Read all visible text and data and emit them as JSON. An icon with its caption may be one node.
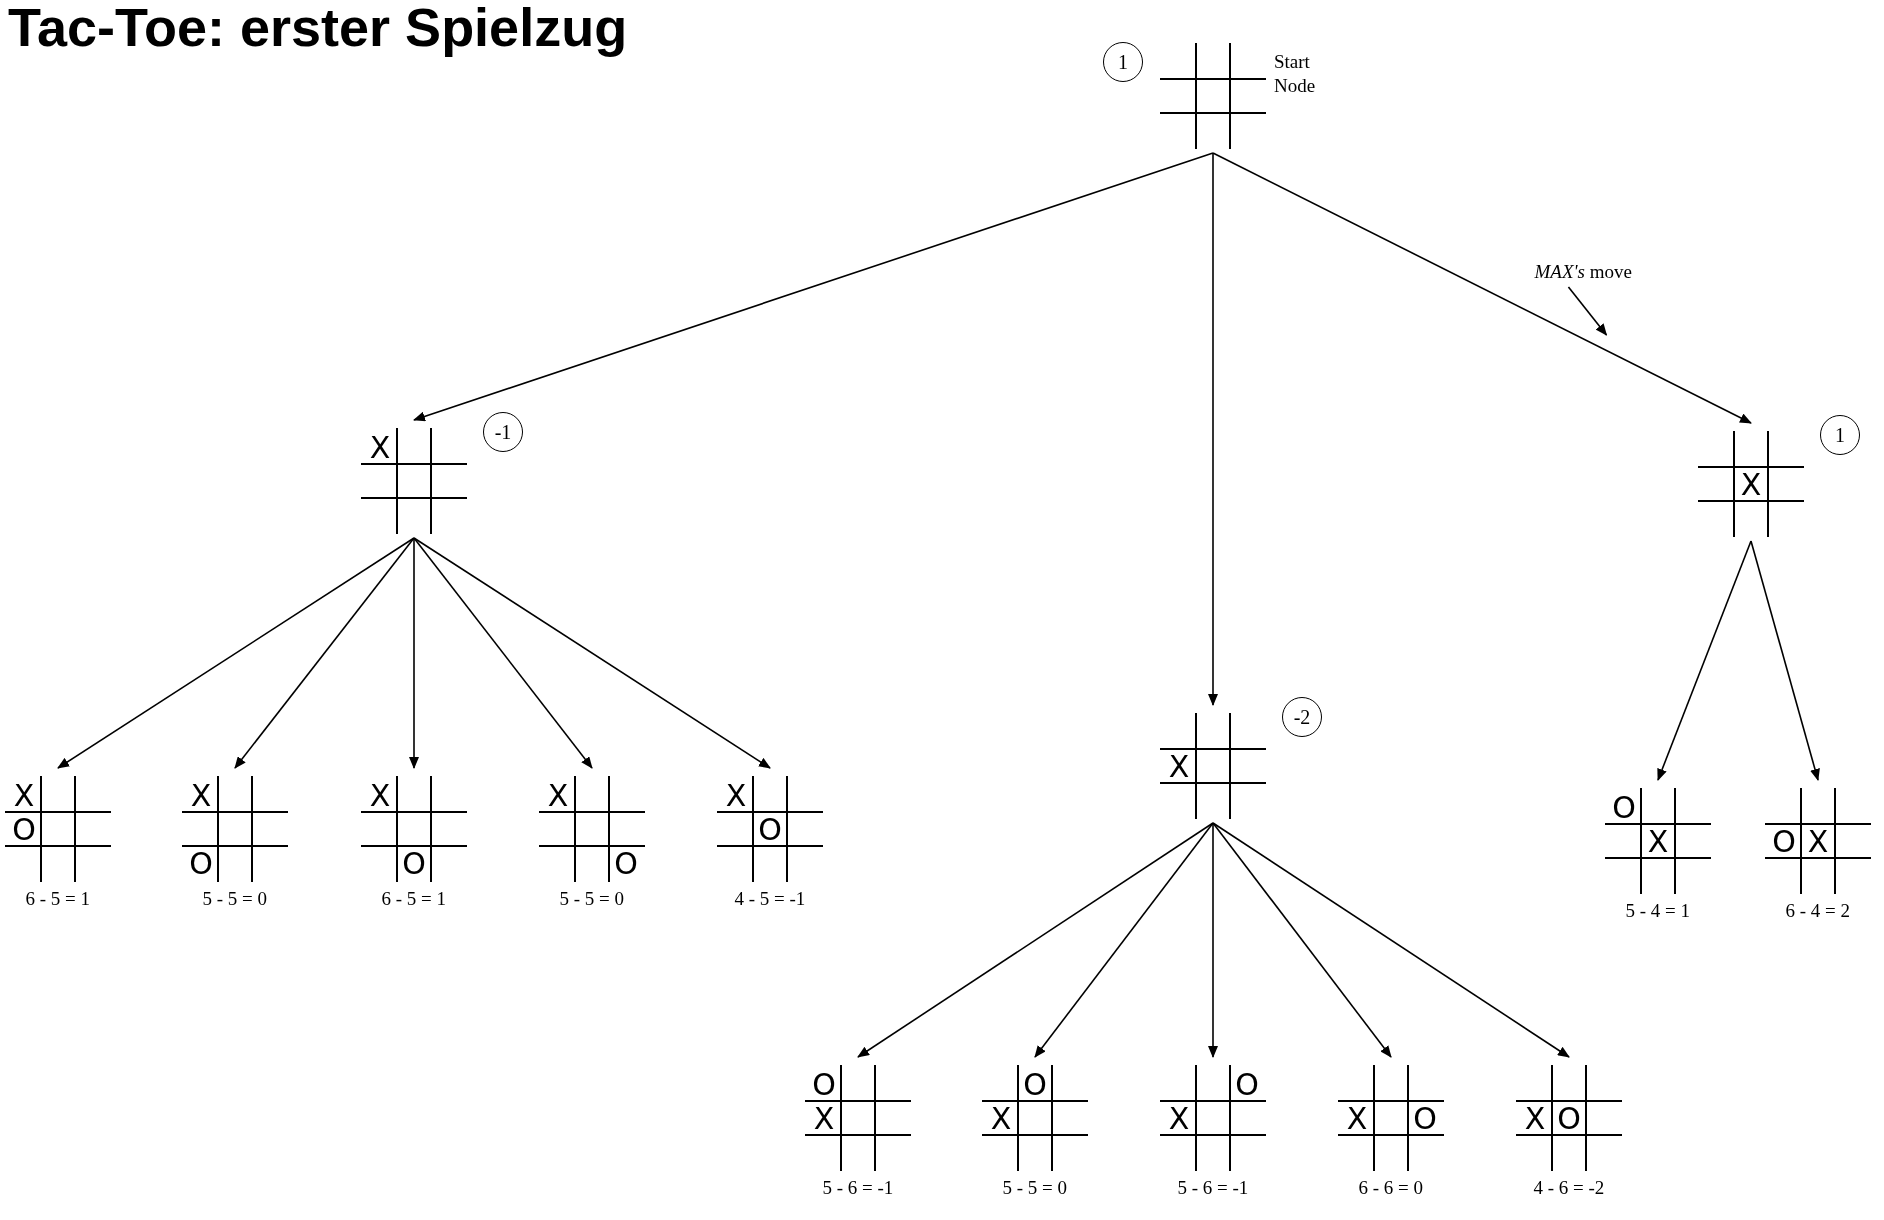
{
  "diagram": {
    "title": "Tac-Toe: erster Spielzug",
    "nodes": [
      {
        "text": [],
        "shape": "grid",
        "beside": [
          "1",
          "Start Node"
        ]
      },
      {
        "text": [
          "X"
        ],
        "beside": [
          "-1"
        ]
      },
      {
        "text": [
          "X"
        ],
        "beside": [
          "-2"
        ]
      },
      {
        "text": [
          "X"
        ],
        "beside": [
          "1"
        ]
      },
      {
        "text": [
          "X",
          "O"
        ],
        "beside": [
          "6 - 5 = 1"
        ]
      },
      {
        "text": [
          "X",
          "O"
        ],
        "beside": [
          "5 - 5 = 0"
        ]
      },
      {
        "text": [
          "X",
          "O"
        ],
        "beside": [
          "6 - 5 = 1"
        ]
      },
      {
        "text": [
          "X",
          "O"
        ],
        "beside": [
          "5 - 5 = 0"
        ]
      },
      {
        "text": [
          "X",
          "O"
        ],
        "beside": [
          "4 - 5 = -1"
        ]
      },
      {
        "text": [
          "O",
          "X"
        ],
        "beside": [
          "5 - 6 = -1"
        ]
      },
      {
        "text": [
          "O",
          "X"
        ],
        "beside": [
          "5 - 5 = 0"
        ]
      },
      {
        "text": [
          "O",
          "X"
        ],
        "beside": [
          "5 - 6 = -1"
        ]
      },
      {
        "text": [
          "X",
          "O"
        ],
        "beside": [
          "6 - 6 = 0"
        ]
      },
      {
        "text": [
          "X",
          "O"
        ],
        "beside": [
          "4 - 6 = -2"
        ]
      },
      {
        "text": [
          "O",
          "X"
        ],
        "beside": [
          "5 - 4 = 1"
        ]
      },
      {
        "text": [
          "O",
          "X"
        ],
        "beside": [
          "6 - 4 = 2"
        ]
      },
      {
        "text": [
          "*MAX's* move"
        ]
      }
    ],
    "edges": [
      {
        "from": 0,
        "to": 1,
        "arrow": "to"
      },
      {
        "from": 0,
        "to": 2,
        "arrow": "to"
      },
      {
        "from": 0,
        "to": 3,
        "arrow": "to"
      },
      {
        "from": 1,
        "to": 4,
        "arrow": "to"
      },
      {
        "from": 1,
        "to": 5,
        "arrow": "to"
      },
      {
        "from": 1,
        "to": 6,
        "arrow": "to"
      },
      {
        "from": 1,
        "to": 7,
        "arrow": "to"
      },
      {
        "from": 1,
        "to": 8,
        "arrow": "to"
      },
      {
        "from": 2,
        "to": 9,
        "arrow": "to"
      },
      {
        "from": 2,
        "to": 10,
        "arrow": "to"
      },
      {
        "from": 2,
        "to": 11,
        "arrow": "to"
      },
      {
        "from": 2,
        "to": 12,
        "arrow": "to"
      },
      {
        "from": 2,
        "to": 13,
        "arrow": "to"
      },
      {
        "from": 3,
        "to": 14,
        "arrow": "to"
      },
      {
        "from": 3,
        "to": 15,
        "arrow": "to"
      },
      {
        "from": 16,
        "to": null,
        "arrow": "to"
      }
    ]
  }
}
